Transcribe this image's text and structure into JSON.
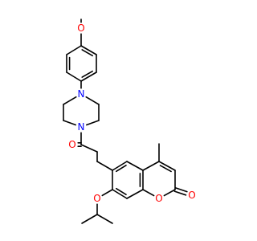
{
  "colors": {
    "O": "#ff0000",
    "N": "#0000ff",
    "C": "#000000"
  },
  "molecule": {
    "atoms": [
      {
        "id": "a_me1",
        "element": "C"
      },
      {
        "id": "a_o_methoxy",
        "element": "O",
        "label": "O"
      },
      {
        "id": "a_b1",
        "element": "C"
      },
      {
        "id": "a_b2",
        "element": "C"
      },
      {
        "id": "a_b3",
        "element": "C"
      },
      {
        "id": "a_b4",
        "element": "C"
      },
      {
        "id": "a_b5",
        "element": "C"
      },
      {
        "id": "a_b6",
        "element": "C"
      },
      {
        "id": "a_n1",
        "element": "N",
        "label": "N"
      },
      {
        "id": "a_p1",
        "element": "C"
      },
      {
        "id": "a_p2",
        "element": "C"
      },
      {
        "id": "a_n2",
        "element": "N",
        "label": "N"
      },
      {
        "id": "a_p3",
        "element": "C"
      },
      {
        "id": "a_p4",
        "element": "C"
      },
      {
        "id": "a_c_carbonyl",
        "element": "C"
      },
      {
        "id": "a_o_carbonyl",
        "element": "O",
        "label": "O"
      },
      {
        "id": "a_ch2a",
        "element": "C"
      },
      {
        "id": "a_ch2b",
        "element": "C"
      },
      {
        "id": "a_c6",
        "element": "C"
      },
      {
        "id": "a_c5",
        "element": "C"
      },
      {
        "id": "a_c4a",
        "element": "C"
      },
      {
        "id": "a_c4",
        "element": "C"
      },
      {
        "id": "a_me4",
        "element": "C"
      },
      {
        "id": "a_c3",
        "element": "C"
      },
      {
        "id": "a_c2",
        "element": "C"
      },
      {
        "id": "a_o_lactone",
        "element": "O",
        "label": "O"
      },
      {
        "id": "a_o1",
        "element": "O",
        "label": "O"
      },
      {
        "id": "a_c8a",
        "element": "C"
      },
      {
        "id": "a_c8",
        "element": "C"
      },
      {
        "id": "a_c7",
        "element": "C"
      },
      {
        "id": "a_o_ether",
        "element": "O",
        "label": "O"
      },
      {
        "id": "a_ch_iso",
        "element": "C"
      },
      {
        "id": "a_me_iso1",
        "element": "C"
      },
      {
        "id": "a_me_iso2",
        "element": "C"
      }
    ],
    "bonds": [
      {
        "a": "a_me1",
        "b": "a_o_methoxy",
        "order": 1
      },
      {
        "a": "a_o_methoxy",
        "b": "a_b1",
        "order": 1
      },
      {
        "a": "a_b1",
        "b": "a_b2",
        "order": 2,
        "side": "in"
      },
      {
        "a": "a_b2",
        "b": "a_b3",
        "order": 1
      },
      {
        "a": "a_b3",
        "b": "a_b4",
        "order": 2,
        "side": "in"
      },
      {
        "a": "a_b4",
        "b": "a_b5",
        "order": 1
      },
      {
        "a": "a_b5",
        "b": "a_b6",
        "order": 2,
        "side": "in"
      },
      {
        "a": "a_b6",
        "b": "a_b1",
        "order": 1
      },
      {
        "a": "a_b4",
        "b": "a_n1",
        "order": 1
      },
      {
        "a": "a_n1",
        "b": "a_p1",
        "order": 1
      },
      {
        "a": "a_p1",
        "b": "a_p2",
        "order": 1
      },
      {
        "a": "a_p2",
        "b": "a_n2",
        "order": 1
      },
      {
        "a": "a_n2",
        "b": "a_p3",
        "order": 1
      },
      {
        "a": "a_p3",
        "b": "a_p4",
        "order": 1
      },
      {
        "a": "a_p4",
        "b": "a_n1",
        "order": 1
      },
      {
        "a": "a_n2",
        "b": "a_c_carbonyl",
        "order": 1
      },
      {
        "a": "a_c_carbonyl",
        "b": "a_o_carbonyl",
        "order": 2,
        "side": "center"
      },
      {
        "a": "a_c_carbonyl",
        "b": "a_ch2a",
        "order": 1
      },
      {
        "a": "a_ch2a",
        "b": "a_ch2b",
        "order": 1
      },
      {
        "a": "a_ch2b",
        "b": "a_c6",
        "order": 1
      },
      {
        "a": "a_c6",
        "b": "a_c5",
        "order": 2,
        "side": "in"
      },
      {
        "a": "a_c5",
        "b": "a_c4a",
        "order": 1
      },
      {
        "a": "a_c4a",
        "b": "a_c4",
        "order": 1
      },
      {
        "a": "a_c4",
        "b": "a_me4",
        "order": 1
      },
      {
        "a": "a_c4",
        "b": "a_c3",
        "order": 2,
        "side": "in"
      },
      {
        "a": "a_c3",
        "b": "a_c2",
        "order": 1
      },
      {
        "a": "a_c2",
        "b": "a_o_lactone",
        "order": 2,
        "side": "center"
      },
      {
        "a": "a_c2",
        "b": "a_o1",
        "order": 1
      },
      {
        "a": "a_o1",
        "b": "a_c8a",
        "order": 1
      },
      {
        "a": "a_c8a",
        "b": "a_c4a",
        "order": 2,
        "side": "in"
      },
      {
        "a": "a_c8a",
        "b": "a_c8",
        "order": 1
      },
      {
        "a": "a_c8",
        "b": "a_c7",
        "order": 2,
        "side": "in"
      },
      {
        "a": "a_c7",
        "b": "a_c6",
        "order": 1
      },
      {
        "a": "a_c7",
        "b": "a_o_ether",
        "order": 1
      },
      {
        "a": "a_o_ether",
        "b": "a_ch_iso",
        "order": 1
      },
      {
        "a": "a_ch_iso",
        "b": "a_me_iso1",
        "order": 1
      },
      {
        "a": "a_ch_iso",
        "b": "a_me_iso2",
        "order": 1
      }
    ]
  }
}
